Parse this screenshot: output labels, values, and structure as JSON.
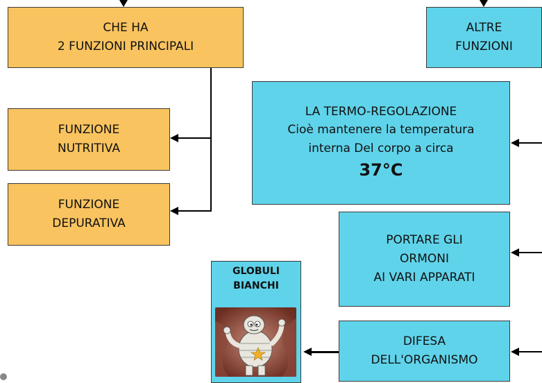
{
  "nodes": {
    "che_ha": [
      "CHE HA",
      "2 FUNZIONI PRINCIPALI"
    ],
    "altre_funzioni": [
      "ALTRE",
      "FUNZIONI"
    ],
    "funzione_nutritiva": [
      "FUNZIONE",
      "NUTRITIVA"
    ],
    "funzione_depurativa": [
      "FUNZIONE",
      "DEPURATIVA"
    ],
    "termoregolazione": [
      "LA TERMO-REGOLAZIONE",
      "Cioè mantenere la temperatura",
      "interna Del corpo a circa",
      "37°C"
    ],
    "ormoni": [
      "PORTARE GLI",
      "ORMONI",
      "AI VARI APPARATI"
    ],
    "difesa": [
      "DIFESA",
      "DELL'ORGANISMO"
    ],
    "globuli_bianchi": [
      "GLOBULI",
      "BIANCHI"
    ]
  },
  "colors": {
    "orange": "#f9c35f",
    "cyan": "#5fd3ea",
    "arrow": "#000000"
  },
  "icons": {
    "mascot": "white-blood-cell-cartoon"
  }
}
